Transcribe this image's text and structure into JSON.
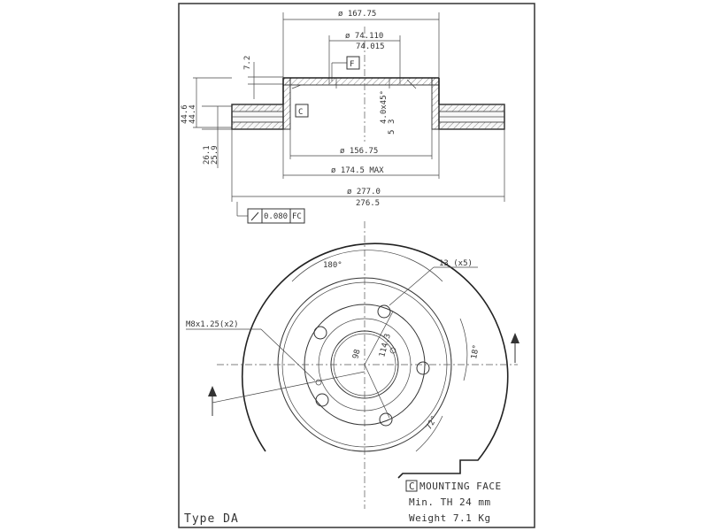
{
  "dimensions": {
    "d_outer_hat": "ø 167.75",
    "d_center_bore_max": "ø 74.110",
    "d_center_bore_min": "74.015",
    "hat_height": "7.2",
    "flag_f": "F",
    "flag_c": "C",
    "chamfer": "4.0x45°",
    "height_max": "44.6",
    "height_min": "44.4",
    "thk_max": "26.1",
    "thk_min": "25.9",
    "d_inner": "ø 156.75",
    "d_hat_max": "ø 174.5  MAX",
    "d_disc": "ø 277.0",
    "d_disc_min": "276.5",
    "small_3": "3",
    "small_5": "5",
    "runout_tol": "0.080",
    "runout_ref": "FC"
  },
  "front_view": {
    "angle_180": "180°",
    "bolt_holes": "13 (x5)",
    "thread": "M8x1.25(x2)",
    "pcd_1": "98",
    "pcd_2": "114.3",
    "angle_18": "18°",
    "angle_72": "72°"
  },
  "notes": {
    "mounting_face_flag": "C",
    "mounting_face": "MOUNTING FACE",
    "min_th": "Min. TH  24  mm",
    "weight": "Weight   7.1 Kg"
  },
  "type_label": "Type DA"
}
